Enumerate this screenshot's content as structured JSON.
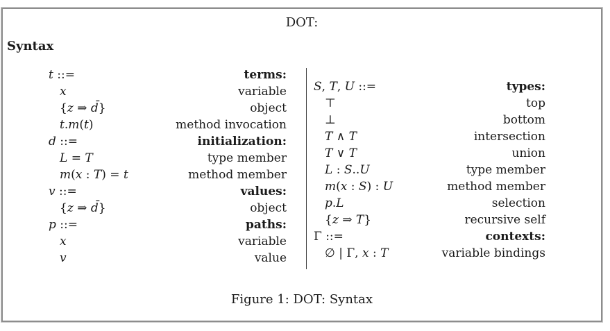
{
  "figure": {
    "title": "DOT:",
    "section_heading": "Syntax",
    "caption": "Figure 1: DOT: Syntax"
  },
  "grammar": {
    "left_column": {
      "rows": [
        {
          "kind": "head",
          "formula": "t ::=",
          "desc": "terms:"
        },
        {
          "kind": "prod",
          "formula": "x",
          "desc": "variable"
        },
        {
          "kind": "prod",
          "formula": "{z ⇒ d̄}",
          "desc": "object"
        },
        {
          "kind": "prod",
          "formula": "t.m(t)",
          "desc": "method invocation"
        },
        {
          "kind": "head",
          "formula": "d ::=",
          "desc": "initialization:"
        },
        {
          "kind": "prod",
          "formula": "L = T",
          "desc": "type member"
        },
        {
          "kind": "prod",
          "formula": "m(x : T) = t",
          "desc": "method member"
        },
        {
          "kind": "head",
          "formula": "v ::=",
          "desc": "values:"
        },
        {
          "kind": "prod",
          "formula": "{z ⇒ d̄}",
          "desc": "object"
        },
        {
          "kind": "head",
          "formula": "p ::=",
          "desc": "paths:"
        },
        {
          "kind": "prod",
          "formula": "x",
          "desc": "variable"
        },
        {
          "kind": "prod",
          "formula": "v",
          "desc": "value"
        }
      ]
    },
    "right_column": {
      "rows": [
        {
          "kind": "head",
          "formula": "S, T, U ::=",
          "desc": "types:"
        },
        {
          "kind": "prod",
          "formula": "⊤",
          "desc": "top"
        },
        {
          "kind": "prod",
          "formula": "⊥",
          "desc": "bottom"
        },
        {
          "kind": "prod",
          "formula": "T ∧ T",
          "desc": "intersection"
        },
        {
          "kind": "prod",
          "formula": "T ∨ T",
          "desc": "union"
        },
        {
          "kind": "prod",
          "formula": "L : S..U",
          "desc": "type member"
        },
        {
          "kind": "prod",
          "formula": "m(x : S) : U",
          "desc": "method member"
        },
        {
          "kind": "prod",
          "formula": "p.L",
          "desc": "selection"
        },
        {
          "kind": "prod",
          "formula": "{z ⇒ T}",
          "desc": "recursive self"
        },
        {
          "kind": "head",
          "formula": "Γ ::=",
          "desc": "contexts:"
        },
        {
          "kind": "prod",
          "formula": "∅ | Γ, x : T",
          "desc": "variable bindings"
        }
      ]
    }
  },
  "colors": {
    "frame_border": "#8d8d8d",
    "frame_halo": "#c9c9c9",
    "divider": "#3f3f3f",
    "text": "#1b1b1b",
    "background": "#ffffff"
  }
}
